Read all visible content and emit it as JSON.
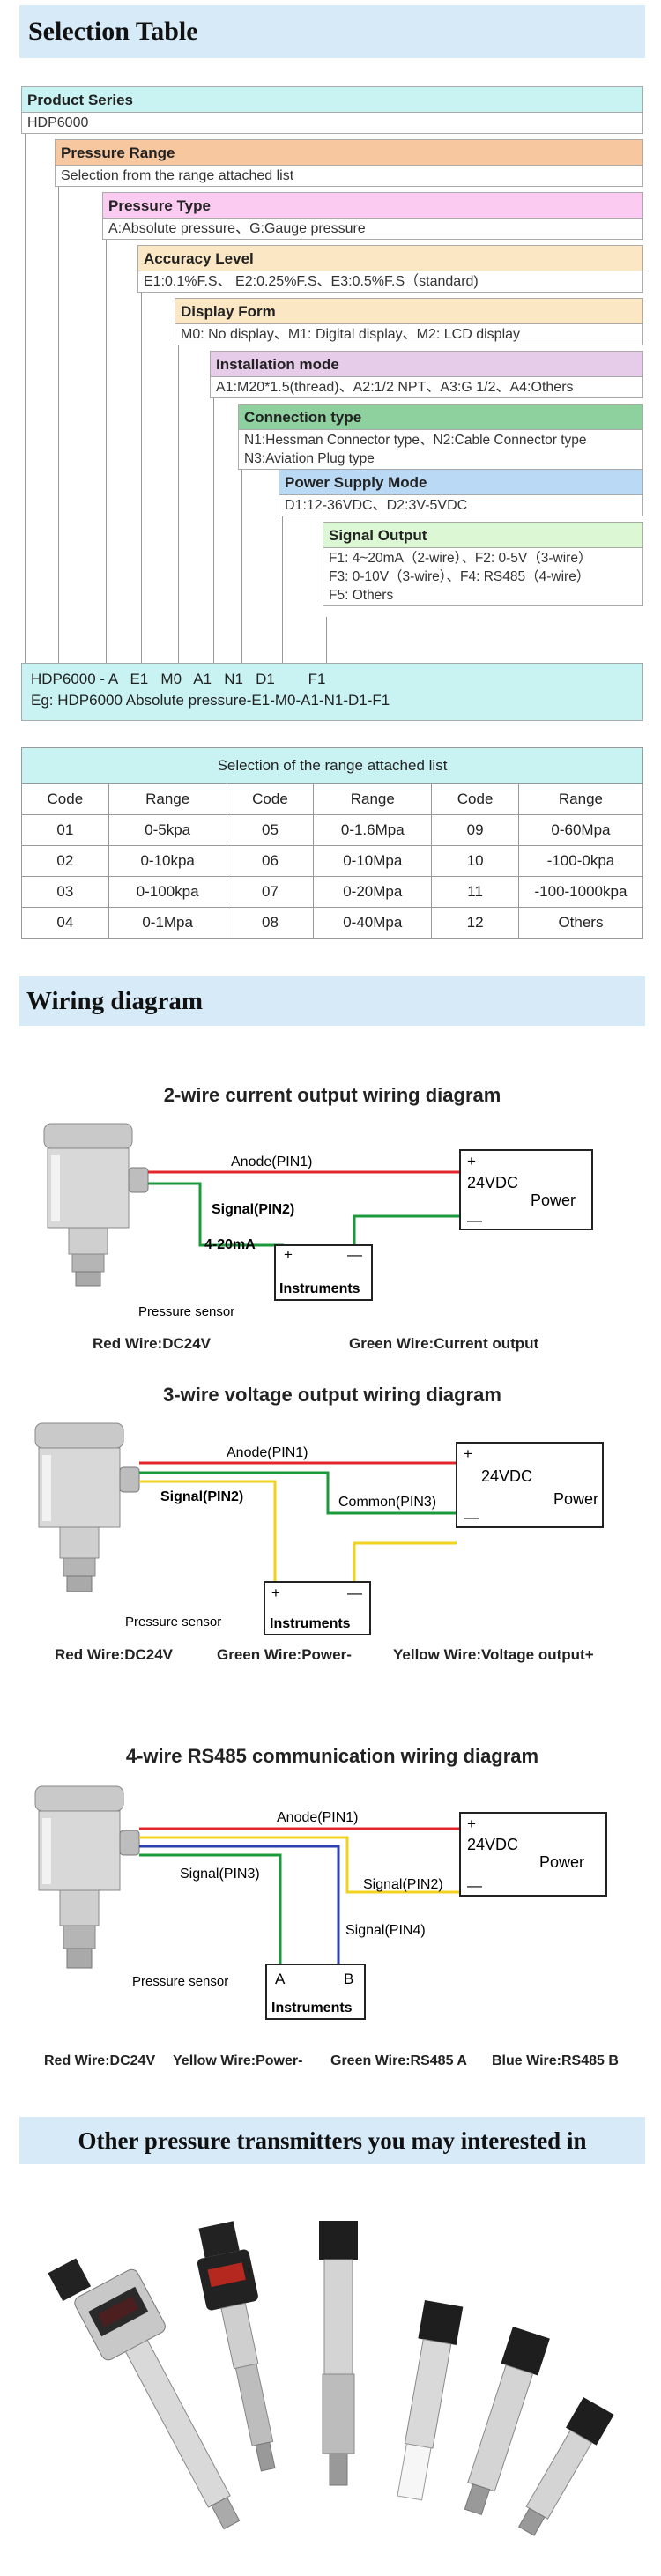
{
  "selection": {
    "banner_title": "Selection Table",
    "tiers": [
      {
        "label": "Product Series",
        "desc": [
          "HDP6000"
        ],
        "color": "#c9f3f2"
      },
      {
        "label": "Pressure Range",
        "desc": [
          "Selection from the range attached list"
        ],
        "color": "#f7c7a0"
      },
      {
        "label": "Pressure Type",
        "desc": [
          "A:Absolute pressure、G:Gauge pressure"
        ],
        "color": "#fbcbf2"
      },
      {
        "label": "Accuracy Level",
        "desc": [
          "E1:0.1%F.S、 E2:0.25%F.S、E3:0.5%F.S（standard)"
        ],
        "color": "#fbe7c4"
      },
      {
        "label": "Display Form",
        "desc": [
          "M0: No display、M1: Digital display、M2: LCD display"
        ],
        "color": "#fbe7c4"
      },
      {
        "label": "Installation mode",
        "desc": [
          "A1:M20*1.5(thread)、A2:1/2 NPT、A3:G 1/2、A4:Others"
        ],
        "color": "#e6cce9"
      },
      {
        "label": "Connection type",
        "desc": [
          "N1:Hessman Connector type、N2:Cable Connector type",
          "N3:Aviation Plug type"
        ],
        "color": "#8fd19e"
      },
      {
        "label": "Power Supply Mode",
        "desc": [
          "D1:12-36VDC、D2:3V-5VDC"
        ],
        "color": "#b9d9f4"
      },
      {
        "label": "Signal Output",
        "desc": [
          "F1:  4~20mA（2-wire）、F2:  0-5V（3-wire）",
          "F3:  0-10V（3-wire）、F4:  RS485（4-wire）",
          "F5:  Others"
        ],
        "color": "#dcf7d3"
      }
    ],
    "result_line1": "HDP6000 - A   E1   M0   A1   N1   D1        F1",
    "result_line2": "Eg: HDP6000 Absolute pressure-E1-M0-A1-N1-D1-F1"
  },
  "range_table": {
    "caption": "Selection of the range attached list",
    "headers": [
      "Code",
      "Range",
      "Code",
      "Range",
      "Code",
      "Range"
    ],
    "rows": [
      [
        "01",
        "0-5kpa",
        "05",
        "0-1.6Mpa",
        "09",
        "0-60Mpa"
      ],
      [
        "02",
        "0-10kpa",
        "06",
        "0-10Mpa",
        "10",
        "-100-0kpa"
      ],
      [
        "03",
        "0-100kpa",
        "07",
        "0-20Mpa",
        "11",
        "-100-1000kpa"
      ],
      [
        "04",
        "0-1Mpa",
        "08",
        "0-40Mpa",
        "12",
        "Others"
      ]
    ]
  },
  "wiring": {
    "banner_title": "Wiring diagram",
    "d1": {
      "title": "2-wire current output wiring diagram",
      "anode": "Anode(PIN1)",
      "signal": "Signal(PIN2)",
      "current": "4-20mA",
      "sensor": "Pressure sensor",
      "instruments": "Instruments",
      "voltage": "24VDC",
      "power": "Power",
      "plus": "+",
      "minus": "—",
      "legend_red": "Red Wire:DC24V",
      "legend_green": "Green Wire:Current output"
    },
    "d2": {
      "title": "3-wire voltage output wiring diagram",
      "anode": "Anode(PIN1)",
      "signal": "Signal(PIN2)",
      "common": "Common(PIN3)",
      "sensor": "Pressure sensor",
      "instruments": "Instruments",
      "voltage": "24VDC",
      "power": "Power",
      "plus": "+",
      "minus": "—",
      "legend_red": "Red Wire:DC24V",
      "legend_green": "Green Wire:Power-",
      "legend_yellow": "Yellow Wire:Voltage output+"
    },
    "d3": {
      "title": "4-wire RS485 communication wiring diagram",
      "anode": "Anode(PIN1)",
      "signal3": "Signal(PIN3)",
      "signal2": "Signal(PIN2)",
      "signal4": "Signal(PIN4)",
      "sensor": "Pressure sensor",
      "instruments": "Instruments",
      "a": "A",
      "b": "B",
      "voltage": "24VDC",
      "power": "Power",
      "plus": "+",
      "minus": "—",
      "legend_red": "Red Wire:DC24V",
      "legend_yellow": "Yellow Wire:Power-",
      "legend_green": "Green Wire:RS485 A",
      "legend_blue": "Blue Wire:RS485 B"
    }
  },
  "other": {
    "banner_title": "Other pressure transmitters you may interested in"
  },
  "colors": {
    "banner": "#d6eaf8",
    "wire_red": "#e3262b",
    "wire_green": "#1b9a3b",
    "wire_yellow": "#f2d21f",
    "wire_blue": "#2b3fae"
  }
}
